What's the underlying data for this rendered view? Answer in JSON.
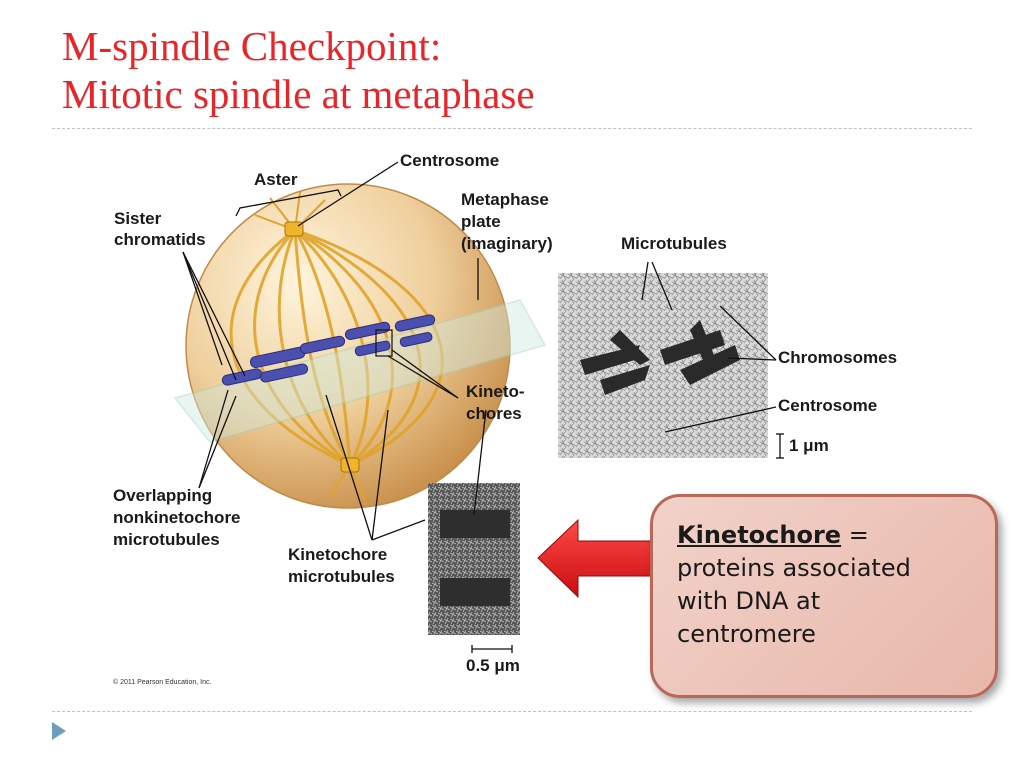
{
  "slide": {
    "title_line1": "M-spindle Checkpoint:",
    "title_line2": "Mitotic spindle at metaphase",
    "copyright": "© 2011 Pearson Education, Inc."
  },
  "diagram": {
    "labels": {
      "aster": "Aster",
      "centrosome": "Centrosome",
      "sister_line1": "Sister",
      "sister_line2": "chromatids",
      "metaphase_line1": "Metaphase",
      "metaphase_line2": "plate",
      "metaphase_line3": "(imaginary)",
      "microtubules": "Microtubules",
      "chromosomes": "Chromosomes",
      "centrosome_micro": "Centrosome",
      "scale_1um": "1 μm",
      "kineto_line1": "Kineto-",
      "kineto_line2": "chores",
      "overlap_line1": "Overlapping",
      "overlap_line2": "nonkinetochore",
      "overlap_line3": "microtubules",
      "kmt_line1": "Kinetochore",
      "kmt_line2": "microtubules",
      "scale_05um": "0.5 μm"
    }
  },
  "callout": {
    "term": "Kinetochore",
    "equals": " =",
    "line1": "proteins associated",
    "line2": "with DNA at",
    "line3": "centromere"
  },
  "colors": {
    "title": "#e8262a",
    "arrow": "#e3161b",
    "callout_border": "#b8675a",
    "cell": "#e8c48f",
    "chromosome": "#4b4fb0"
  }
}
